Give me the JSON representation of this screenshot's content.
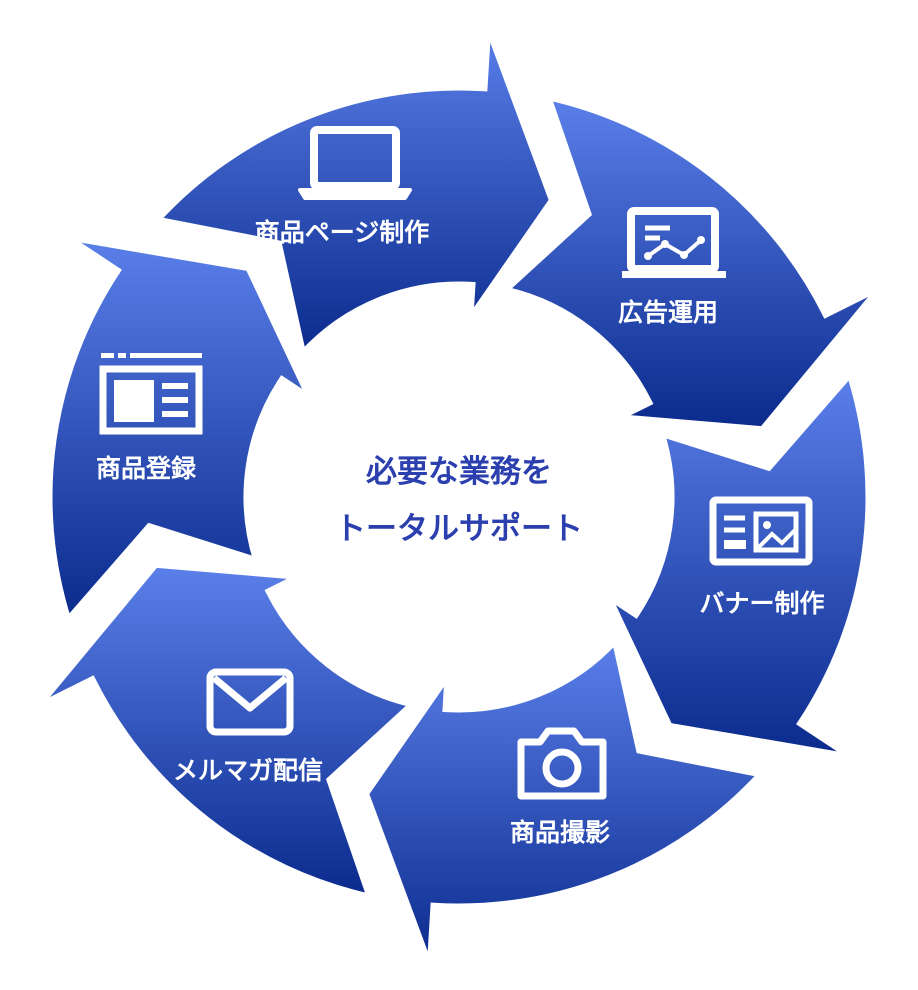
{
  "center": {
    "line1": "必要な業務を",
    "line2": "トータルサポート"
  },
  "segments": [
    {
      "label": "商品ページ制作",
      "icon": "laptop-icon"
    },
    {
      "label": "広告運用",
      "icon": "analytics-monitor-icon"
    },
    {
      "label": "バナー制作",
      "icon": "banner-image-icon"
    },
    {
      "label": "商品撮影",
      "icon": "camera-icon"
    },
    {
      "label": "メルマガ配信",
      "icon": "envelope-icon"
    },
    {
      "label": "商品登録",
      "icon": "product-listing-icon"
    }
  ],
  "colors": {
    "arrow_light": "#5b80ea",
    "arrow_dark": "#0a2a8c",
    "center_text": "#2b3fae"
  }
}
